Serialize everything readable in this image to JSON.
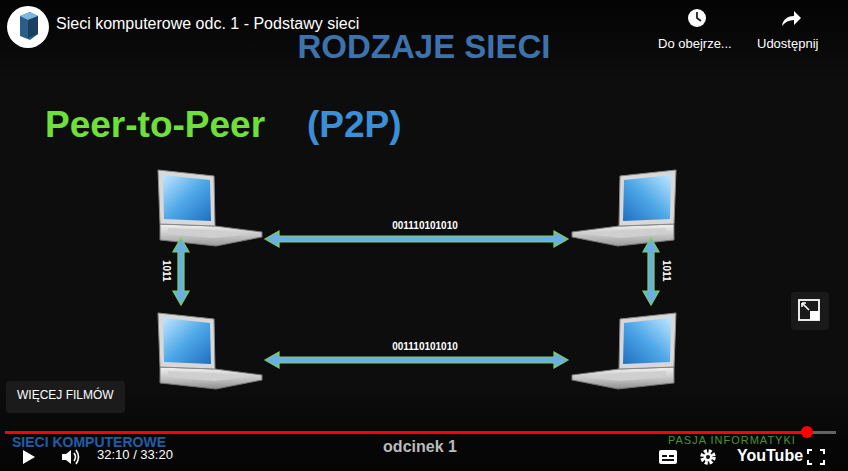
{
  "diagram": {
    "title": "RODZAJE SIECI",
    "nodes": [
      {
        "text": [
          "WIĘCEJ FILMÓW"
        ]
      }
    ],
    "labels": [
      "Sieci komputerowe odc. 1 - Podstawy sieci",
      "Do obejrze...",
      "Udostępnij",
      "Peer-to-Peer",
      "(P2P)",
      "001110101010",
      "1011",
      "1011",
      "001110101010",
      "32:10 / 33:20",
      "SIECI KOMPUTEROWE",
      "odcinek 1",
      "PASJA INFORMATYKI",
      "YouTube"
    ]
  }
}
